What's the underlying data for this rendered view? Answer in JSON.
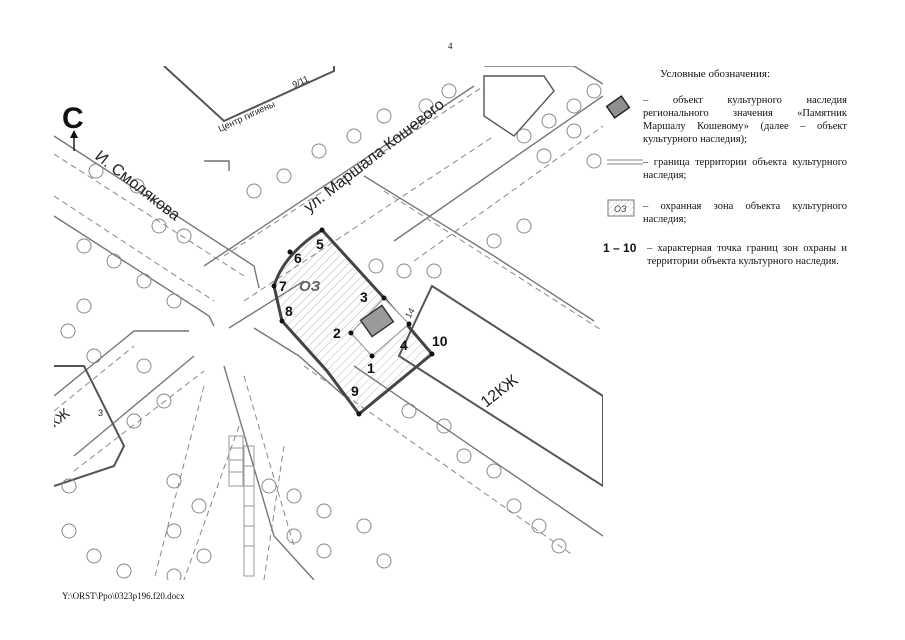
{
  "page_number": "4",
  "footer_path": "Y:\\ORST\\Ppo\\0323p196.f20.docx",
  "map": {
    "north_label": "С",
    "streets": {
      "smolyakova": "И. Смолякова",
      "koshevogo": "ул. Маршала Кошевого"
    },
    "building_labels": {
      "center_hygiene": "Центр гигиены",
      "num_9_11": "9/11",
      "kzh_12": "12КЖ",
      "kzh_left": "КЖ",
      "num_3": "3",
      "num_14": "14"
    },
    "zone_label": "ОЗ",
    "points": [
      {
        "id": "1",
        "label": "1"
      },
      {
        "id": "2",
        "label": "2"
      },
      {
        "id": "3",
        "label": "3"
      },
      {
        "id": "4",
        "label": "4"
      },
      {
        "id": "5",
        "label": "5"
      },
      {
        "id": "6",
        "label": "6"
      },
      {
        "id": "7",
        "label": "7"
      },
      {
        "id": "8",
        "label": "8"
      },
      {
        "id": "9",
        "label": "9"
      },
      {
        "id": "10",
        "label": "10"
      }
    ]
  },
  "legend": {
    "title": "Условные обозначения:",
    "items": [
      {
        "symbol": "heritage-object",
        "text": "– объект культурного наследия регионального значения «Памятник Маршалу Кошевому» (далее – объект культурного наследия);"
      },
      {
        "symbol": "territory-boundary",
        "text": "– граница территории объекта культурного наследия;"
      },
      {
        "symbol": "protection-zone",
        "symbol_label": "ОЗ",
        "text": "– охранная зона объекта культурного наследия;"
      },
      {
        "symbol": "characteristic-points",
        "symbol_label": "1 – 10",
        "text": "– характерная точка границ зон охраны и территории объекта культурного наследия."
      }
    ]
  }
}
